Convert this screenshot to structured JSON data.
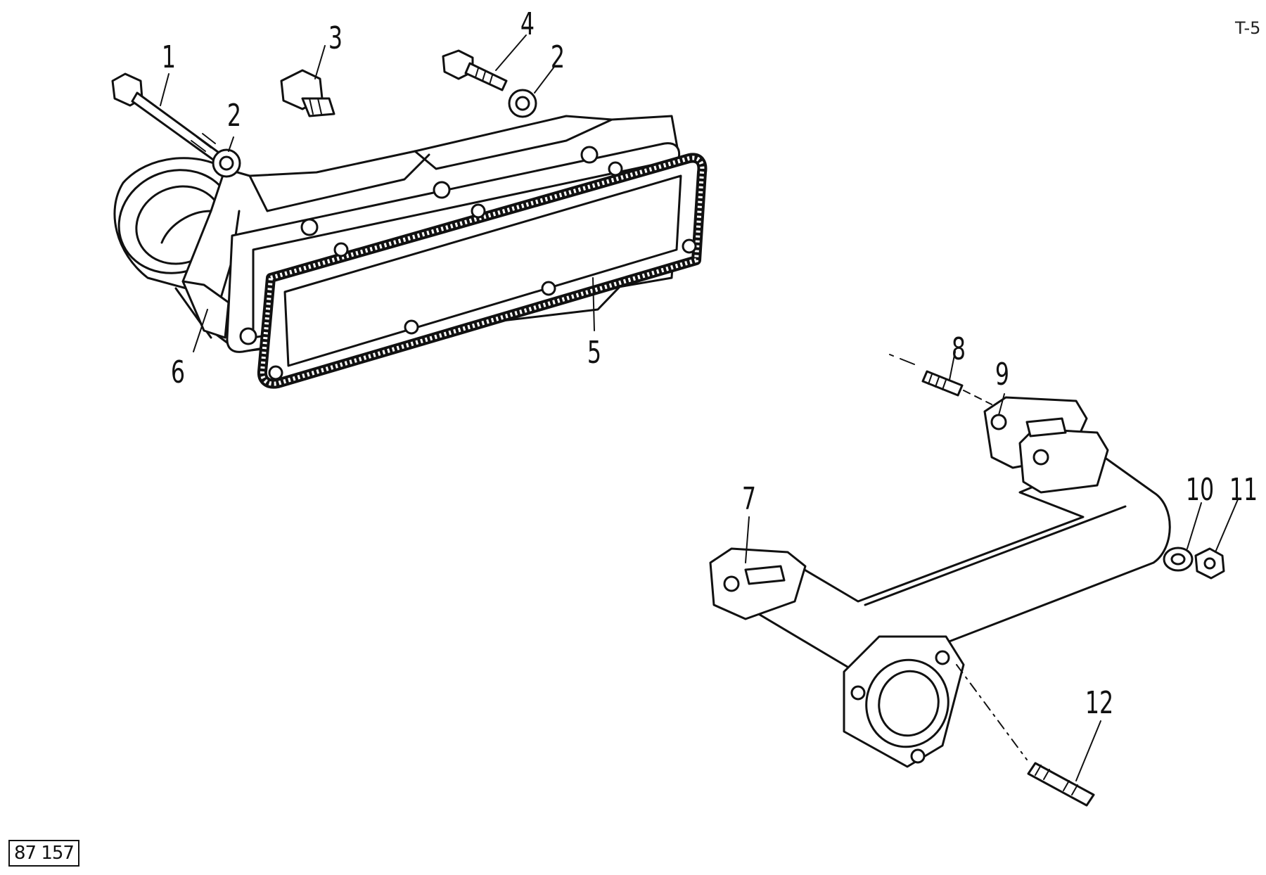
{
  "page_code": "T-5",
  "drawing_number": "87 157",
  "callouts": [
    {
      "id": "c1",
      "text": "1"
    },
    {
      "id": "c2a",
      "text": "2"
    },
    {
      "id": "c3",
      "text": "3"
    },
    {
      "id": "c4",
      "text": "4"
    },
    {
      "id": "c2b",
      "text": "2"
    },
    {
      "id": "c5",
      "text": "5"
    },
    {
      "id": "c6",
      "text": "6"
    },
    {
      "id": "c7",
      "text": "7"
    },
    {
      "id": "c8",
      "text": "8"
    },
    {
      "id": "c9",
      "text": "9"
    },
    {
      "id": "c10",
      "text": "10"
    },
    {
      "id": "c11",
      "text": "11"
    },
    {
      "id": "c12",
      "text": "12"
    }
  ]
}
